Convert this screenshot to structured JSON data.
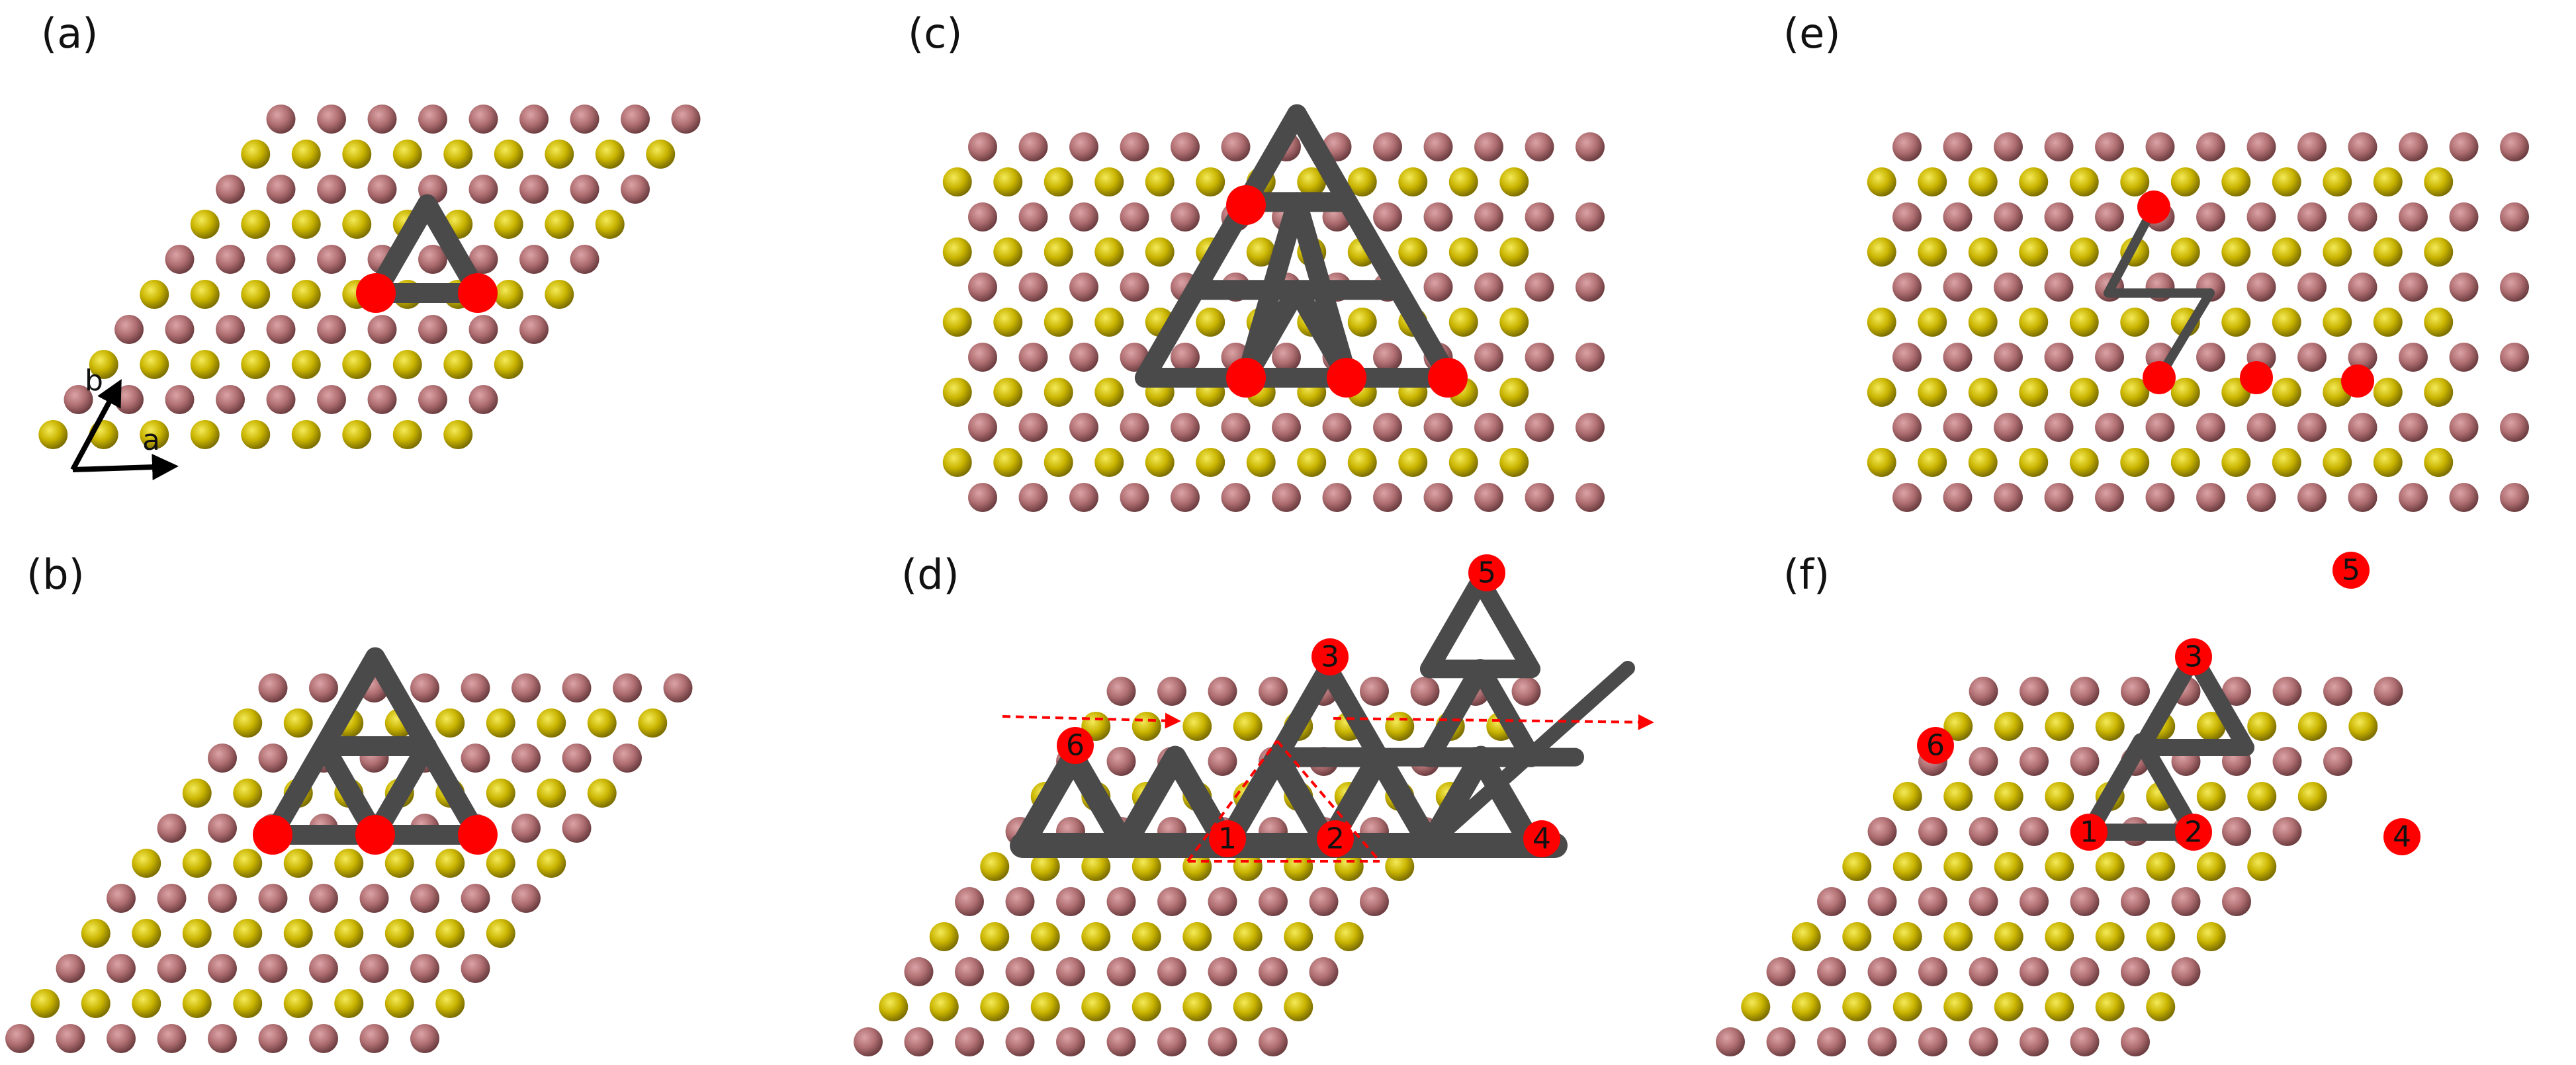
{
  "panels": [
    {
      "id": "a",
      "label": "(a)",
      "axes": {
        "a": "a",
        "b": "b"
      },
      "numbers": []
    },
    {
      "id": "c",
      "label": "(c)",
      "numbers": []
    },
    {
      "id": "e",
      "label": "(e)",
      "numbers": []
    },
    {
      "id": "b",
      "label": "(b)",
      "numbers": []
    },
    {
      "id": "d",
      "label": "(d)",
      "numbers": [
        "1",
        "2",
        "3",
        "4",
        "5",
        "6"
      ]
    },
    {
      "id": "f",
      "label": "(f)",
      "numbers": [
        "1",
        "2",
        "3",
        "4",
        "5",
        "6"
      ]
    }
  ],
  "colors": {
    "atom_yellow": "#c9b400",
    "atom_pink": "#b06f72",
    "bond": "#4a4a4a",
    "marker": "#ff0000",
    "arrow": "#ff0000"
  }
}
